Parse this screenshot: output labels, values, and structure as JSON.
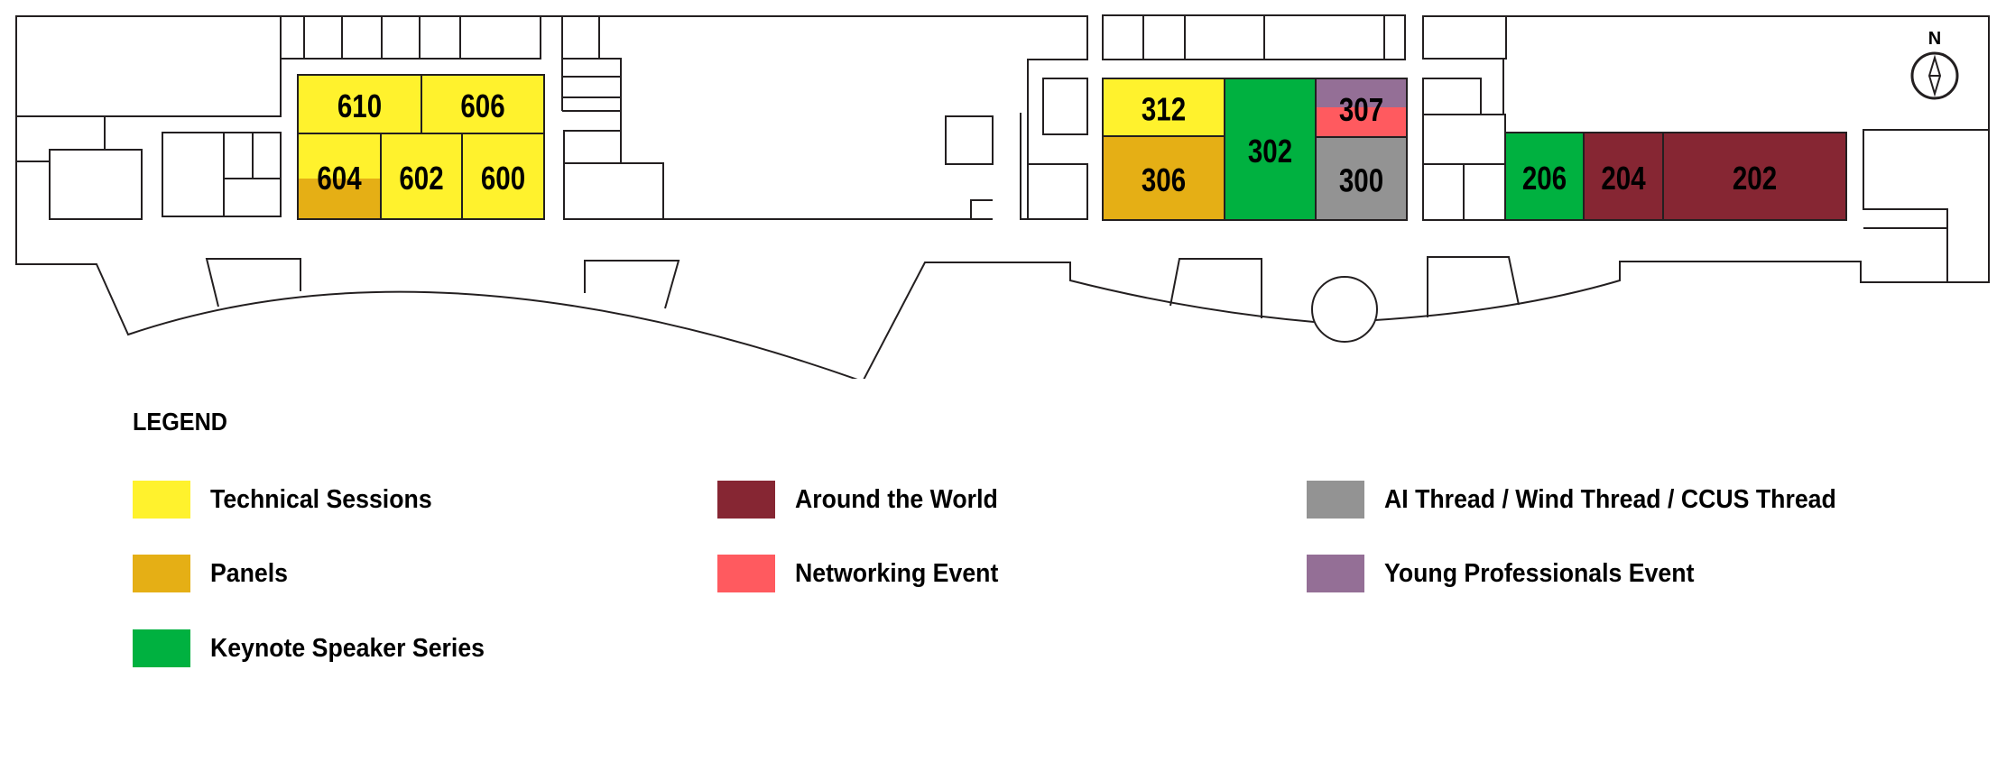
{
  "compass": {
    "label": "N"
  },
  "legend": {
    "title": "LEGEND",
    "items": [
      {
        "key": "technical",
        "label": "Technical Sessions",
        "color": "#fff22d"
      },
      {
        "key": "panels",
        "label": "Panels",
        "color": "#e5af15"
      },
      {
        "key": "keynote",
        "label": "Keynote Speaker Series",
        "color": "#00b140"
      },
      {
        "key": "world",
        "label": "Around the World",
        "color": "#862633"
      },
      {
        "key": "networking",
        "label": "Networking Event",
        "color": "#ff5a5f"
      },
      {
        "key": "threads",
        "label": "AI Thread / Wind Thread / CCUS Thread",
        "color": "#939393"
      },
      {
        "key": "young",
        "label": "Young Professionals Event",
        "color": "#946f96"
      }
    ]
  },
  "rooms": [
    {
      "number": "610",
      "category": "technical"
    },
    {
      "number": "606",
      "category": "technical"
    },
    {
      "number": "604",
      "category": "technical",
      "secondary_category": "panels"
    },
    {
      "number": "602",
      "category": "technical"
    },
    {
      "number": "600",
      "category": "technical"
    },
    {
      "number": "312",
      "category": "technical"
    },
    {
      "number": "306",
      "category": "panels"
    },
    {
      "number": "302",
      "category": "keynote"
    },
    {
      "number": "307",
      "category": "young",
      "secondary_category": "networking"
    },
    {
      "number": "300",
      "category": "threads"
    },
    {
      "number": "206",
      "category": "keynote"
    },
    {
      "number": "204",
      "category": "world"
    },
    {
      "number": "202",
      "category": "world"
    }
  ]
}
